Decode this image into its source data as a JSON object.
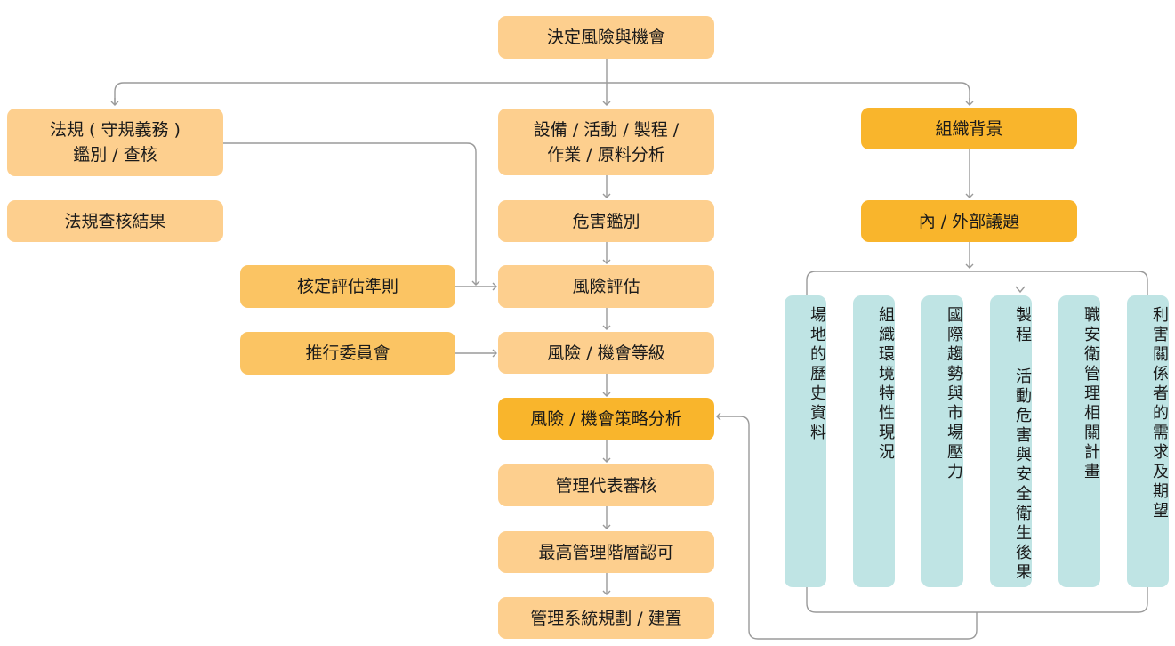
{
  "top": "決定風險與機會",
  "left": {
    "regulation_line1": "法規 ( 守規義務 )",
    "regulation_line2": "鑑別 / 查核",
    "regulation_result": "法規查核結果",
    "criteria": "核定評估準則",
    "committee": "推行委員會"
  },
  "center": {
    "equipment_line1": "設備 / 活動 / 製程 /",
    "equipment_line2": "作業 / 原料分析",
    "hazard": "危害鑑別",
    "risk_assessment": "風險評估",
    "risk_level": "風險 / 機會等級",
    "strategy": "風險 / 機會策略分析",
    "review": "管理代表審核",
    "approval": "最高管理階層認可",
    "plan": "管理系統規劃 / 建置"
  },
  "right": {
    "context": "組織背景",
    "issues": "內 / 外部議題",
    "columns": [
      "場地的歷史資料",
      "組織環境特性現況",
      "國際趨勢與市場壓力",
      "製程 活動危害與安全衛生後果",
      "職安衛管理相關計畫",
      "利害關係者的需求及期望"
    ]
  },
  "colors": {
    "light": "#fdcf8e",
    "medium": "#fbc463",
    "dark": "#f9b52c",
    "teal": "#bfe4e4",
    "line": "#9a9a9a"
  }
}
